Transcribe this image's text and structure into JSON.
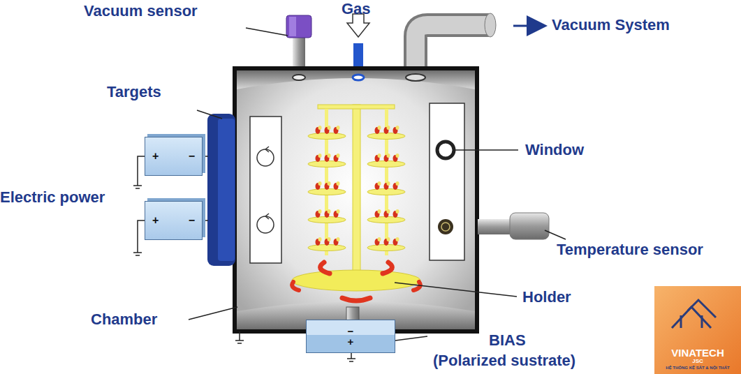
{
  "diagram": {
    "nodes": [
      {
        "text": [
          "+",
          "−"
        ]
      },
      {
        "text": [
          "+",
          "−"
        ]
      },
      {
        "text": [
          "−",
          "+"
        ]
      },
      {
        "text": [
          "VINATECH",
          "JSC",
          "HỆ THỐNG KỆ SẮT & NỘI THẤT"
        ]
      }
    ],
    "labels": [
      "Vacuum sensor",
      "Gas",
      "Vacuum System",
      "Targets",
      "Window",
      "Electric power",
      "Temperature sensor",
      "Holder",
      "Chamber",
      "BIAS",
      "(Polarized sustrate)"
    ]
  }
}
